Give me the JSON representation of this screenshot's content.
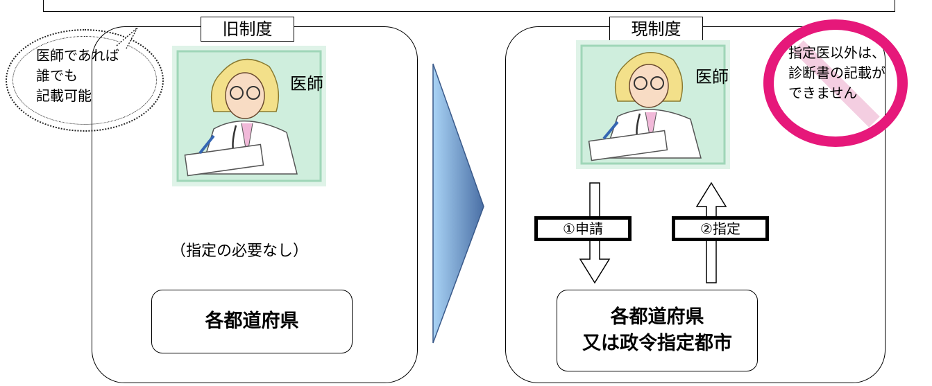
{
  "old_system": {
    "title": "旧制度",
    "doctor_label": "医師",
    "note_lines": [
      "医師であれば",
      "誰でも",
      "記載可能"
    ],
    "no_designation": "（指定の必要なし）",
    "authority": "各都道府県"
  },
  "new_system": {
    "title": "現制度",
    "doctor_label": "医師",
    "warning_lines": [
      "指定医以外は、",
      "診断書の記載が",
      "できません"
    ],
    "step1": "①申請",
    "step2": "②指定",
    "authority_lines": [
      "各都道府県",
      "又は政令指定都市"
    ]
  },
  "colors": {
    "prohibition": "#e6187a",
    "transition_arrow_top": "#a9d3f5",
    "transition_arrow_bottom": "#4a6fa5"
  }
}
